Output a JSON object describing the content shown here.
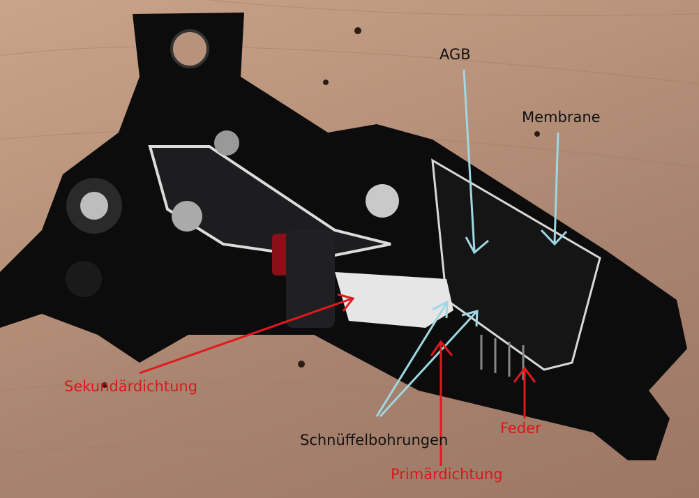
{
  "labels": {
    "agb": "AGB",
    "membrane": "Membrane",
    "sekundaer": "Sekundärdichtung",
    "schnueffel": "Schnüffelbohrungen",
    "feder": "Feder",
    "primaer": "Primärdichtung"
  },
  "colors": {
    "blue_arrow": "#9fd8e2",
    "red_arrow": "#e0191f",
    "red_text": "#d8181c",
    "black_text": "#111111"
  }
}
